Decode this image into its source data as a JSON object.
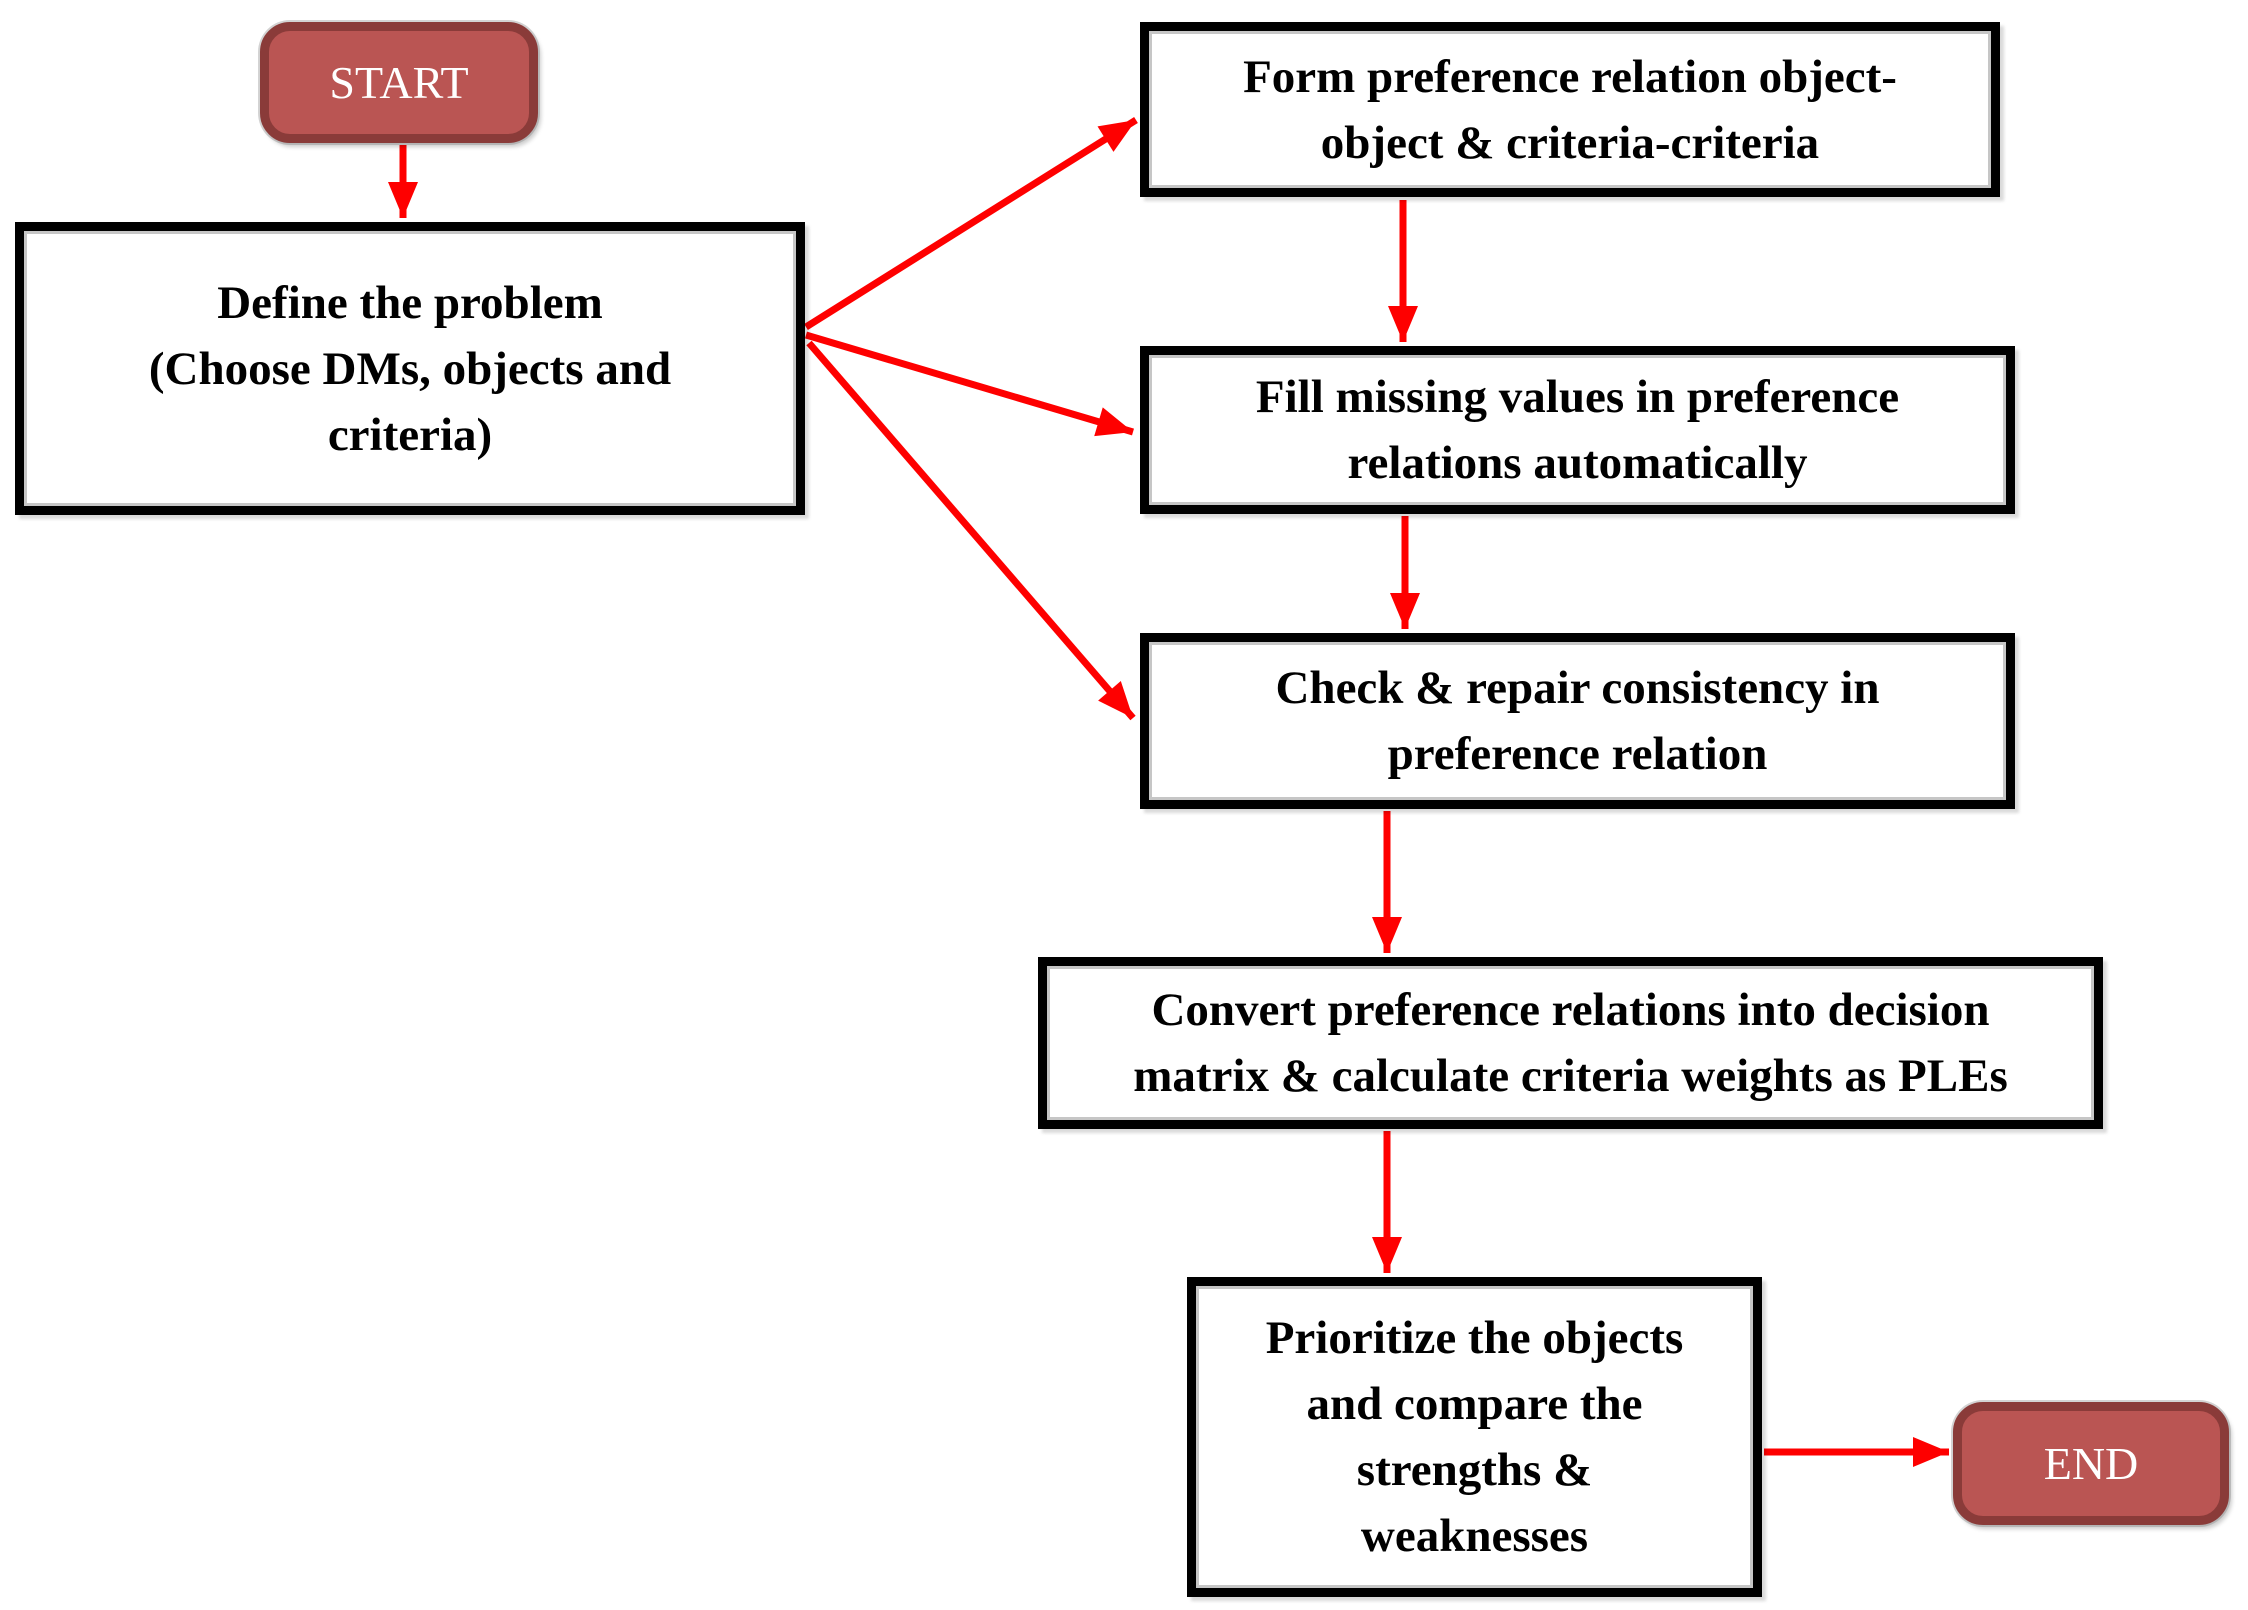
{
  "diagram": {
    "type": "flowchart",
    "background": "#ffffff",
    "colors": {
      "arrow": "#fe0000",
      "terminal_fill": "#ba5553",
      "terminal_border": "#8a3b39",
      "terminal_text": "#ffffff",
      "process_fill": "#ffffff",
      "process_border": "#000000",
      "process_text": "#000000"
    },
    "nodes": {
      "start": {
        "type": "terminal",
        "label": "START"
      },
      "define": {
        "type": "process",
        "label": "Define the problem\n(Choose DMs, objects and\ncriteria)"
      },
      "form": {
        "type": "process",
        "label": "Form preference relation object-\nobject & criteria-criteria"
      },
      "fill": {
        "type": "process",
        "label": "Fill missing values in preference\nrelations automatically"
      },
      "check": {
        "type": "process",
        "label": "Check & repair consistency in\npreference relation"
      },
      "convert": {
        "type": "process",
        "label": "Convert preference relations into decision\nmatrix & calculate criteria weights as PLEs"
      },
      "prioritize": {
        "type": "process",
        "label": "Prioritize the objects\nand compare the\nstrengths &\nweaknesses"
      },
      "end": {
        "type": "terminal",
        "label": "END"
      }
    },
    "edges": [
      {
        "from": "start",
        "to": "define"
      },
      {
        "from": "define",
        "to": "form"
      },
      {
        "from": "define",
        "to": "fill"
      },
      {
        "from": "define",
        "to": "check"
      },
      {
        "from": "form",
        "to": "fill"
      },
      {
        "from": "fill",
        "to": "check"
      },
      {
        "from": "check",
        "to": "convert"
      },
      {
        "from": "convert",
        "to": "prioritize"
      },
      {
        "from": "prioritize",
        "to": "end"
      }
    ]
  }
}
